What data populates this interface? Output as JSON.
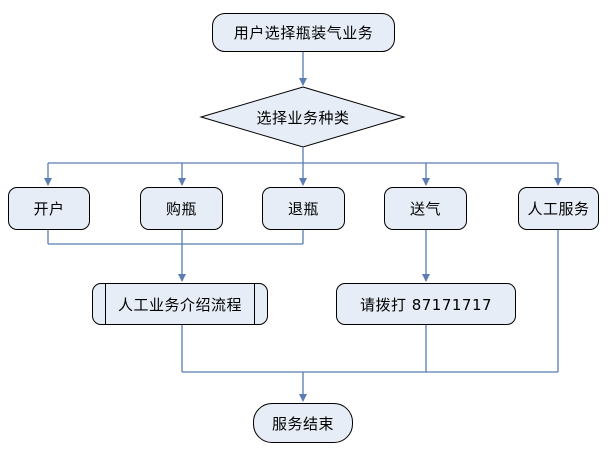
{
  "diagram": {
    "type": "flowchart",
    "nodes": {
      "start": {
        "label": "用户选择瓶装气业务",
        "shape": "terminal"
      },
      "decision": {
        "label": "选择业务种类",
        "shape": "decision"
      },
      "open_account": {
        "label": "开户",
        "shape": "process"
      },
      "buy_bottle": {
        "label": "购瓶",
        "shape": "process"
      },
      "return_bottle": {
        "label": "退瓶",
        "shape": "process"
      },
      "deliver_gas": {
        "label": "送气",
        "shape": "process"
      },
      "manual_service": {
        "label": "人工服务",
        "shape": "process"
      },
      "intro_flow": {
        "label": "人工业务介绍流程",
        "shape": "predefined-process"
      },
      "call_number": {
        "label": "请拨打 87171717",
        "shape": "process"
      },
      "end": {
        "label": "服务结束",
        "shape": "terminal"
      }
    },
    "edges": [
      {
        "from": "start",
        "to": "decision"
      },
      {
        "from": "decision",
        "to": "open_account"
      },
      {
        "from": "decision",
        "to": "buy_bottle"
      },
      {
        "from": "decision",
        "to": "return_bottle"
      },
      {
        "from": "decision",
        "to": "deliver_gas"
      },
      {
        "from": "decision",
        "to": "manual_service"
      },
      {
        "from": "open_account",
        "to": "intro_flow"
      },
      {
        "from": "buy_bottle",
        "to": "intro_flow"
      },
      {
        "from": "return_bottle",
        "to": "intro_flow"
      },
      {
        "from": "deliver_gas",
        "to": "call_number"
      },
      {
        "from": "manual_service",
        "to": "end"
      },
      {
        "from": "intro_flow",
        "to": "end"
      },
      {
        "from": "call_number",
        "to": "end"
      }
    ],
    "colors": {
      "node_fill": "#E7EDF6",
      "node_border": "#000000",
      "connector": "#5B7DB1"
    }
  }
}
